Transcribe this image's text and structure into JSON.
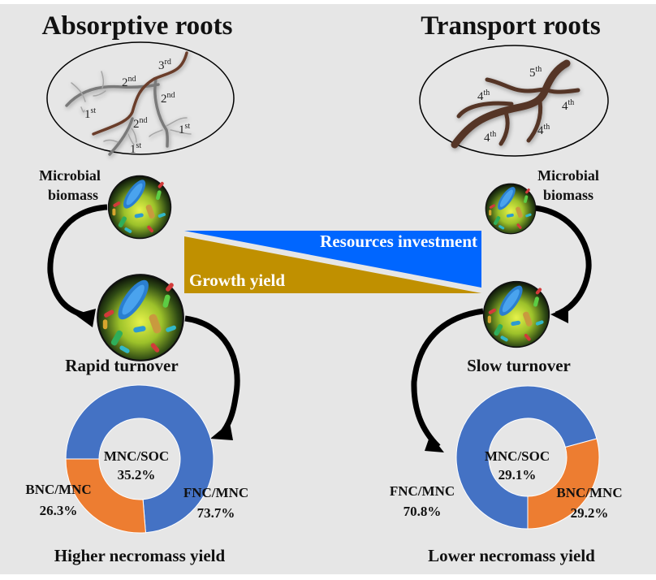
{
  "left": {
    "title": "Absorptive roots",
    "root_orders": [
      {
        "num": "3",
        "sup": "rd"
      },
      {
        "num": "2",
        "sup": "nd"
      },
      {
        "num": "2",
        "sup": "nd"
      },
      {
        "num": "1",
        "sup": "st"
      },
      {
        "num": "2",
        "sup": "nd"
      },
      {
        "num": "1",
        "sup": "st"
      },
      {
        "num": "1",
        "sup": "st"
      }
    ],
    "microbial_label_line1": "Microbial",
    "microbial_label_line2": "biomass",
    "turnover_label": "Rapid turnover",
    "yield_label": "Higher necromass yield",
    "donut": {
      "center_label": "MNC/SOC",
      "center_value": "35.2%",
      "segments": [
        {
          "name": "FNC/MNC",
          "value": 73.7,
          "label": "FNC/MNC",
          "value_label": "73.7%",
          "color": "#4472c4"
        },
        {
          "name": "BNC/MNC",
          "value": 26.3,
          "label": "BNC/MNC",
          "value_label": "26.3%",
          "color": "#ed7d31"
        }
      ]
    }
  },
  "right": {
    "title": "Transport roots",
    "root_orders": [
      {
        "num": "5",
        "sup": "th"
      },
      {
        "num": "4",
        "sup": "th"
      },
      {
        "num": "4",
        "sup": "th"
      },
      {
        "num": "4",
        "sup": "th"
      },
      {
        "num": "4",
        "sup": "th"
      }
    ],
    "microbial_label_line1": "Microbial",
    "microbial_label_line2": "biomass",
    "turnover_label": "Slow turnover",
    "yield_label": "Lower necromass yield",
    "donut": {
      "center_label": "MNC/SOC",
      "center_value": "29.1%",
      "segments": [
        {
          "name": "FNC/MNC",
          "value": 70.8,
          "label": "FNC/MNC",
          "value_label": "70.8%",
          "color": "#4472c4"
        },
        {
          "name": "BNC/MNC",
          "value": 29.2,
          "label": "BNC/MNC",
          "value_label": "29.2%",
          "color": "#ed7d31"
        }
      ]
    }
  },
  "tradeoff": {
    "resources_label": "Resources investment",
    "growth_label": "Growth yield",
    "resources_color": "#0066ff",
    "growth_color": "#c09000"
  },
  "colors": {
    "background": "#e6e6e6",
    "absorptive_main_root": "#6b3d2a",
    "absorptive_fine_root": "#7a7a7a",
    "transport_root": "#553628"
  },
  "chart_data": [
    {
      "type": "pie",
      "title": "Absorptive roots",
      "center_label": "MNC/SOC 35.2%",
      "categories": [
        "FNC/MNC",
        "BNC/MNC"
      ],
      "values": [
        73.7,
        26.3
      ],
      "caption": "Higher necromass yield"
    },
    {
      "type": "pie",
      "title": "Transport roots",
      "center_label": "MNC/SOC 29.1%",
      "categories": [
        "FNC/MNC",
        "BNC/MNC"
      ],
      "values": [
        70.8,
        29.2
      ],
      "caption": "Lower necromass yield"
    }
  ]
}
